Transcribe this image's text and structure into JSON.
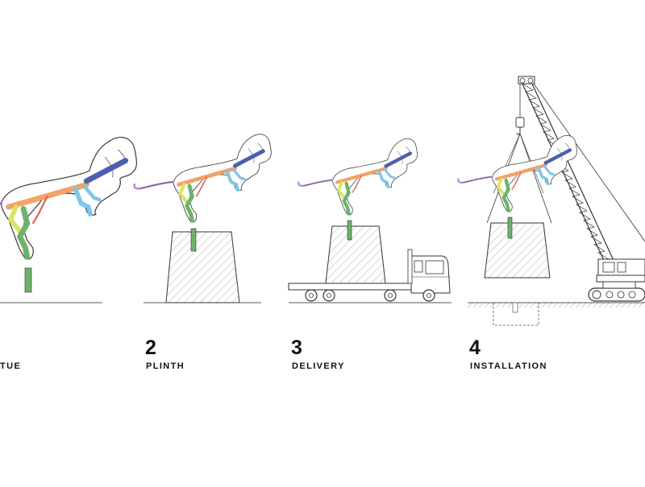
{
  "steps": [
    {
      "number": "",
      "label": "TUE"
    },
    {
      "number": "2",
      "label": "PLINTH"
    },
    {
      "number": "3",
      "label": "DELIVERY"
    },
    {
      "number": "4",
      "label": "INSTALLATION"
    }
  ],
  "colors": {
    "line": "#333333",
    "hatch": "#9a9a9a",
    "spine": "#f2a36a",
    "head_bar": "#4d5fb0",
    "tail": "#b48ad6",
    "front_leg": "#7fc6ec",
    "hind_leg": "#6db36b",
    "hip": "#d9e45e",
    "rib": "#e5645c",
    "pole": "#6db36b"
  },
  "icons": [
    "lion-statue-icon",
    "plinth-icon",
    "flatbed-truck-icon",
    "crawler-crane-icon"
  ]
}
